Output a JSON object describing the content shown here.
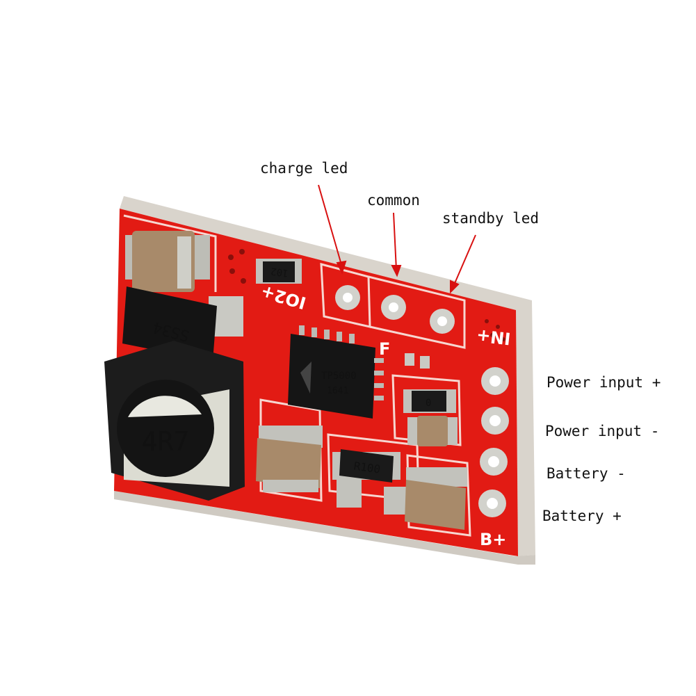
{
  "labels": {
    "charge_led": "charge led",
    "common": "common",
    "standby_led": "standby led",
    "power_input_plus": "Power input +",
    "power_input_minus": "Power input -",
    "battery_minus": "Battery -",
    "battery_plus": "Battery +"
  },
  "board": {
    "silkscreen_top": "IO2+",
    "silkscreen_in": "IN+",
    "silkscreen_b": "B+",
    "silkscreen_f": "F"
  },
  "components": {
    "inductor_marking": "4R7",
    "diode_marking": "SS34",
    "ic_line1": "TP5000",
    "ic_line2": "1641",
    "resistor_sense": "R100",
    "resistor_top": "102",
    "resistor_zero": "0"
  },
  "colors": {
    "pcb": "#e21b14",
    "pcb_dark": "#b3100c",
    "pad": "#c8c8c4",
    "capacitor": "#a88a6a",
    "inductor": "#1c1c1c",
    "text": "#111111"
  }
}
